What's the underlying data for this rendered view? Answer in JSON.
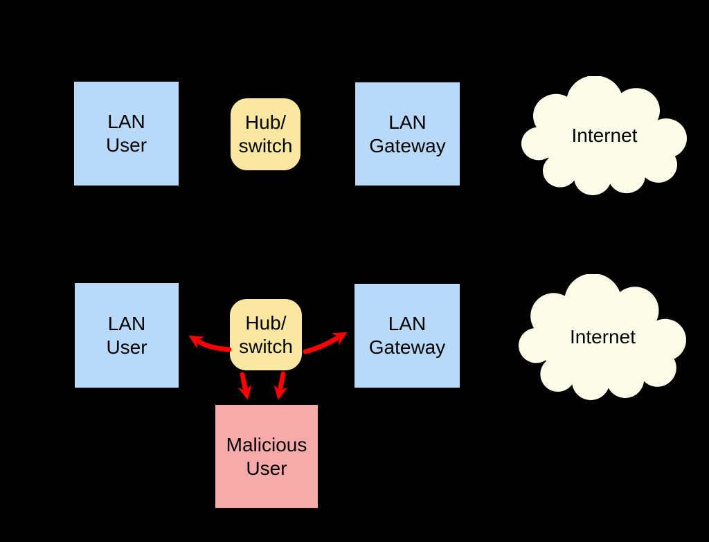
{
  "colors": {
    "background": "#000000",
    "node_blue": "#B9D9F9",
    "node_yellow": "#FAE8A2",
    "node_pink": "#F6ABAA",
    "cloud_ivory": "#FBFDE8",
    "arrow_red": "#FF0000",
    "text": "#000000"
  },
  "top_row": {
    "lan_user_label": "LAN\nUser",
    "hub_switch_label": "Hub/\nswitch",
    "lan_gateway_label": "LAN\nGateway",
    "internet_label": "Internet"
  },
  "bottom_row": {
    "lan_user_label": "LAN\nUser",
    "hub_switch_label": "Hub/\nswitch",
    "lan_gateway_label": "LAN\nGateway",
    "internet_label": "Internet",
    "malicious_user_label": "Malicious\nUser"
  },
  "arrows": {
    "color": "#FF0000",
    "connections": [
      {
        "name": "hub-to-lan-user"
      },
      {
        "name": "hub-to-lan-gateway"
      },
      {
        "name": "hub-to-malicious-user-left"
      },
      {
        "name": "hub-to-malicious-user-right"
      }
    ]
  }
}
